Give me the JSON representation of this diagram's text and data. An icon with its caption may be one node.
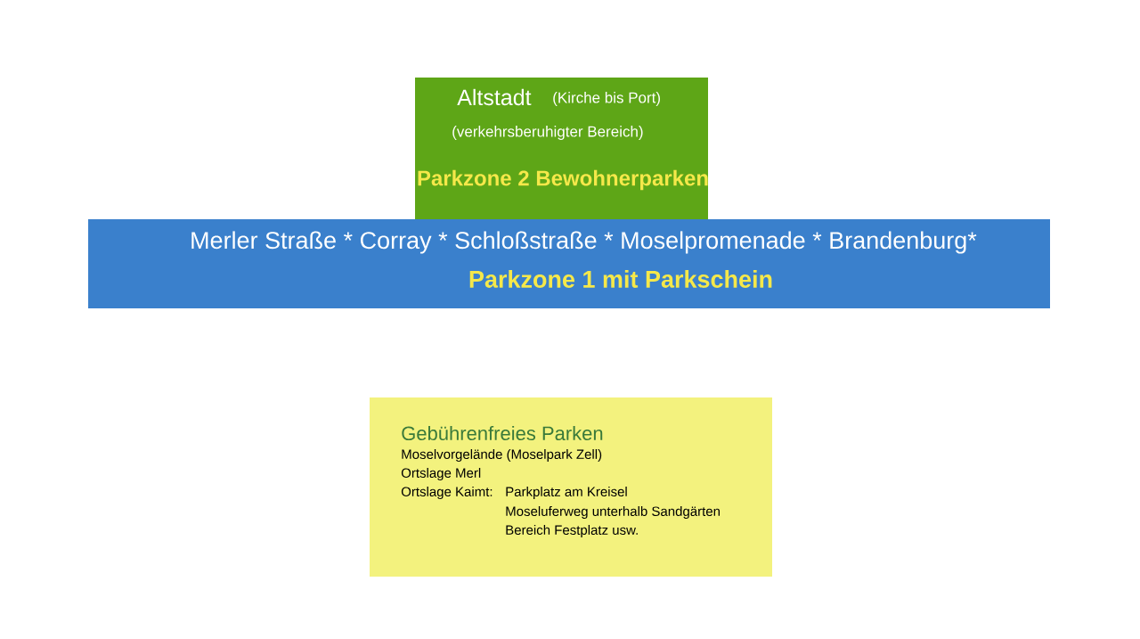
{
  "diagram": {
    "nodes": [
      {
        "text": [
          "Altstadt",
          "(Kirche bis Port)",
          "(verkehrsberuhigter Bereich)",
          "Parkzone 2 Bewohnerparken"
        ]
      },
      {
        "text": [
          "Merler Straße * Corray * Schloßstraße * Moselpromenade * Brandenburg*",
          "Parkzone 1 mit Parkschein"
        ]
      },
      {
        "text": [
          "Gebührenfreies Parken",
          "Moselvorgelände (Moselpark Zell)",
          "Ortslage Merl",
          "Ortslage Kaimt:",
          "Parkplatz am Kreisel",
          "Moseluferweg unterhalb Sandgärten",
          "Bereich Festplatz usw."
        ]
      }
    ]
  }
}
